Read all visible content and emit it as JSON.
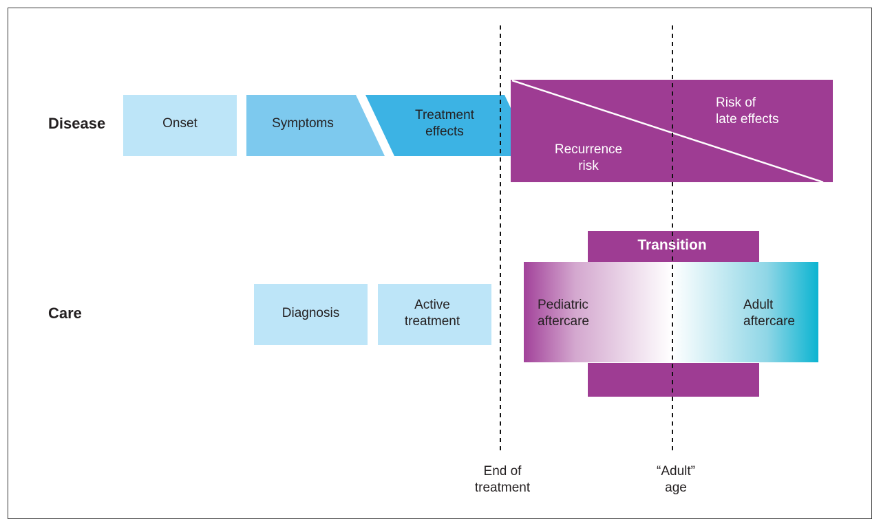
{
  "rows": {
    "disease": "Disease",
    "care": "Care"
  },
  "disease": {
    "onset": "Onset",
    "symptoms": "Symptoms",
    "treatment_effects": "Treatment\neffects",
    "risk_late": "Risk of\n    late effects",
    "recurrence": "Recurrence\nrisk"
  },
  "care": {
    "diagnosis": "Diagnosis",
    "active_treatment": "Active\ntreatment",
    "transition": "Transition",
    "pediatric": "Pediatric\naftercare",
    "adult": "Adult\naftercare"
  },
  "markers": {
    "end_of_treatment": "End of\ntreatment",
    "adult_age": "“Adult”\nage"
  },
  "colors": {
    "light_blue": "#bde5f8",
    "mid_blue": "#7dc9ee",
    "blue": "#3cb3e4",
    "purple": "#9e3c93",
    "teal": "#16b6d0"
  }
}
